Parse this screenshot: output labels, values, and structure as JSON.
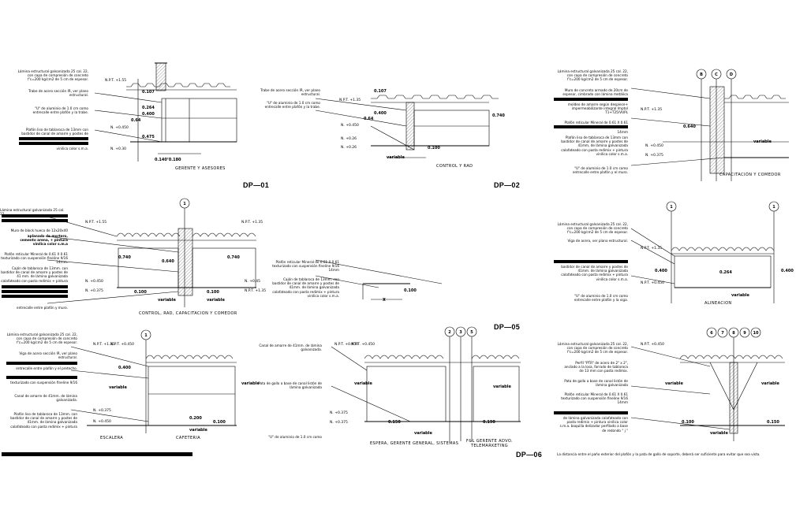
{
  "sheet": {
    "title_labels": {
      "dp01": "DP—01",
      "dp02": "DP—02",
      "dp05": "DP—05",
      "dp06": "DP—06"
    },
    "captions": {
      "gerente": "GERENTE Y ASESORES",
      "control_rad": "CONTROL Y RAD",
      "capacitacion": "CAPACITACIÓN Y COMEDOR",
      "control_full": "CONTROL,  RAD, CAPACITACION Y COMEDOR",
      "alineacion": "ALINEACION",
      "escalera": "ESCALERA",
      "cafeteria": "CAFETERIA",
      "espera": "ESPERA,  GERENTE GENERAL, SISTEMAS",
      "fbl": "F&L  GERENTE ADVO.\nTELEMARKETING"
    },
    "notes": {
      "n1": "Lámina estructural galvanizada 25 cal. 22,\ncon capa de compresión de concreto\nf'c=200 kg/cm2 de 5 cm de espesor.",
      "n2": "Trabe de acero sección IR, ver plano\nestructural.",
      "n3": "\"U\" de aluminio de 1.0 cm como\nentrecalle entre plafón y la trabe.",
      "n4": "Plafón liso de tablaroca de 13mm con\nbastidor de canal de amarre y postes de",
      "n5": "vinilica color s.m.a.",
      "n6": "Trabe de acero sección IR, ver plano\nestructural.",
      "n7": "\"U\" de aluminio de 1.0 cm como\nentrecalle entre plafón y la trabe.",
      "n8": "Lámina estructural galvanizada 25 cal. 22,\ncon capa de compresión de concreto\nf'c=200 kg/cm2 de 5 cm de espesor.",
      "n9": "Muro de concreto armado de 20cm de\nespesor, cimbrado con lámina metálica",
      "n10": "moldeo de amarre según despiece+\nimpermeabilizante integral Imptol\nT1+T25/VUPL",
      "n11": "Plafón reticular Mineral de 0.61 X 0.61",
      "n12": "14mm",
      "n13": "Plafón liso de tablaroca de 13mm con\nbastidor de canal de amarre y postes de\n41mm, de lámina galvanizada\ncalafateado con pasta redimix + pintura\nvinílica color s.m.a.",
      "n14": "\"U\" de aluminio de 1.0 cm como\nentrecalle entre plafón y el muro.",
      "n15": "Lámina estructural galvanizada 25 cal. 22,",
      "n16": "Muro de block hueco de 12x20x40",
      "n17": "aplanado de mortero,\ncemento arena, + pintura\nvinílica color s.m.a",
      "n18": "Plafón reticular Mineral de 0.61 X 0.61\ntexturizado con suspensión fineline 9/16\n14mm.",
      "n19": "Cajón de tablaroca de 13mm. con\nbastidor de canal de amarre y postes de\n41 mm. de lámina galvanizada\ncalafateado con pasta redimix + pintura",
      "n20": "entrecalle entre plafón y muro.",
      "n21": "Plafón reticular Mineral de 0.61 X 0.61\ntexturizado con suspensión fineline 9/16\n14mm",
      "n22": "Cajón de tablaroca de 13mm. con\nbastidor de canal de amarre y postes de\n41mm. de lámina galvanizada\ncalafateado con pasta redimix + pintura\nvinílica color s.m.a.",
      "n23": "Lámina estructural galvanizada 25 cal. 22,\ncon capa de compresión de concreto\nf'c=200 kg/cm2 de 5 cm de espesor.",
      "n24": "Viga de acero, ver plano estructural.",
      "n25": "bastidor de canal de amarre y postes de\n41mm. de lámina galvanizada\ncalafateado con pasta redimix + pintura\nvinílica color s.m.a.",
      "n26": "\"U\" de aluminio de 1.0 cm como\nentrecalle entre plafón y la viga.",
      "n27": "Lámina estructural galvanizada 25 cal. 22,\ncon capa de compresión de concreto\nf'c=200 kg/cm2 de 5 cm de espesor.",
      "n28": "Viga de acero sección IR, ver plano\nestructural.",
      "n29": "entrecalle entre plafón y el pretecho.",
      "n30": "texturizado con suspensión fineline 9/16",
      "n31": "Canal de amarre de 41mm. de lámina\ngalvanizada.",
      "n32": "Plafón liso de tablaroca de 13mm. con\nbastidor de canal de amarre y postes de\n41mm. de lámina galvanizada\ncalafateado con pasta redimix + pintura",
      "n33": "Canal de amarre de 41mm. de lámina\ngalvanizada.",
      "n34": "Pata de gallo a base de canal listón de\nlámina galvanizada",
      "n35": "\"U\" de aluminio de 1.0 cm como",
      "n36": "Lámina estructural galvanizada 25 cal. 22,\ncon capa de compresión de concreto\nf'c=200 kg/cm2 de 5 cm de espesor.",
      "n37": "Perfil \"PTR\" de acero de 2\" x 2\",\nanclado a la losa, forrado de tablaroca\nde 13 mm con pasta redimix.",
      "n38": "Pata de gallo a base de canal listón de\nlámina galvanizada",
      "n39": "Plafón reticular Mineral de 0.61 X 0.61\ntexturizado con suspensión fineline 9/16\n14mm",
      "n40": "de lámina galvanizada calafateado con\npasta redimix + pintura vinílica color\ns.m.a. boquilla delizador perfilado a base\nde redondo \" j \"",
      "n41": "La distancia entre el paño exterior del plafón y la pata de gallo de soporte, deberá ser suficiente para evitar que sea vista."
    },
    "levels": {
      "l1": "N.P.T. +1.55",
      "l2": "N.P.T. +1.55",
      "l3": "N.P.T. +1.35",
      "l4": "N. +0.450",
      "l5": "N. +0.45",
      "l6": "N. +0.30",
      "l7": "N. +0.450",
      "l8": "N. +0.26",
      "l9": "N. +0.26",
      "l10": "N.P.T. +1.35",
      "l11": "N. +0.450",
      "l12": "N. +0.375",
      "l13": "N.P.T. +1.35",
      "l14": "N.P.T. +1.35",
      "l15": "N.P.T. +1.35",
      "l16": "N. +0.450",
      "l17": "N. +0.375",
      "l18": "N.P.T. +1.35",
      "l19": "N.P.T. +0.450",
      "l20": "N.P.T. +0.450",
      "l21": "N.P.T. +0.450",
      "l22": "N. +0.375",
      "l23": "N. +0.450",
      "l24": "N.P.T. +0.450",
      "l25": "N.P.T. +0.450",
      "l26": "N. +0.375",
      "l27": "N. +0.375"
    },
    "dims": {
      "d1": "0.107",
      "d2": "0.264",
      "d3": "0.400",
      "d4": "0.64",
      "d5": "0.475",
      "d6": "0.100",
      "d7": "0.107",
      "d8": "0.400",
      "d9": "0.64",
      "d10": "0.740",
      "d11": "0.100",
      "d12": "0.640",
      "d13": "0.740",
      "d14": "0.640",
      "d15": "0.740",
      "d16": "0.100",
      "d17": "0.100",
      "d18": "0.100",
      "d19": "0.400",
      "d20": "0.264",
      "d21": "0.400",
      "d22": "0.400",
      "d23": "0.200",
      "d24": "0.100",
      "d25": "0.150",
      "d26": "0.190",
      "d27": "0.100",
      "d28": "0.150"
    },
    "words": {
      "variable": "variable",
      "x": "X",
      "span": "0.140’0.180"
    },
    "bubbles": {
      "b1": "B",
      "b2": "C",
      "b3": "D",
      "b4": "1",
      "b5": "1",
      "b6": "1",
      "b7": "1",
      "b8": "2",
      "b9": "3",
      "b10": "5",
      "b11": "6",
      "b12": "7",
      "b13": "8",
      "b14": "9",
      "b15": "10"
    }
  }
}
